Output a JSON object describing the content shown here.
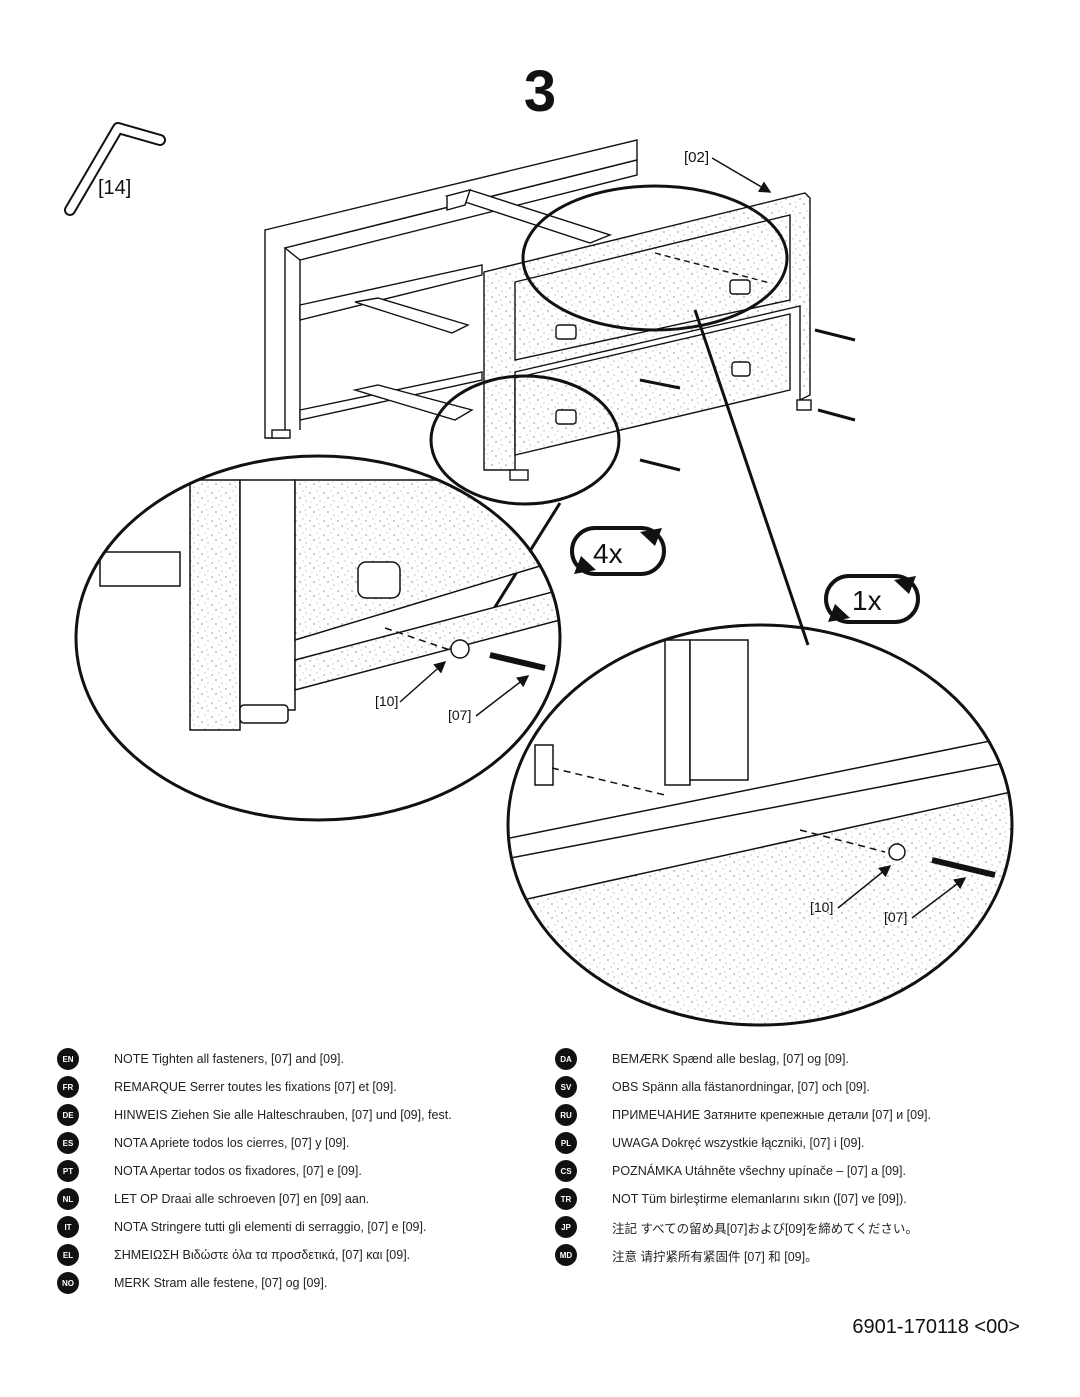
{
  "step": {
    "number": "3"
  },
  "tool": {
    "label": "[14]"
  },
  "parts": {
    "top_rail": "[02]",
    "washer": "[10]",
    "bolt": "[07]"
  },
  "rotations": {
    "left_count": "4x",
    "right_count": "1x"
  },
  "notes_left": [
    {
      "code": "EN",
      "text": "NOTE Tighten all fasteners, [07] and [09]."
    },
    {
      "code": "FR",
      "text": "REMARQUE  Serrer toutes les fixations [07] et [09]."
    },
    {
      "code": "DE",
      "text": "HINWEIS  Ziehen Sie alle Halteschrauben, [07] und [09], fest."
    },
    {
      "code": "ES",
      "text": "NOTA Apriete todos los cierres, [07] y [09]."
    },
    {
      "code": "PT",
      "text": "NOTA  Apertar todos os fixadores, [07] e [09]."
    },
    {
      "code": "NL",
      "text": "LET OP Draai alle schroeven [07] en [09] aan."
    },
    {
      "code": "IT",
      "text": "NOTA Stringere tutti gli elementi di serraggio, [07] e [09]."
    },
    {
      "code": "EL",
      "text": "ΣΗΜΕΙΩΣΗ Βιδώστε όλα τα προσδετικά, [07] και [09]."
    },
    {
      "code": "NO",
      "text": "MERK  Stram alle festene, [07] og [09]."
    }
  ],
  "notes_right": [
    {
      "code": "DA",
      "text": "BEMÆRK Spænd alle beslag, [07] og [09]."
    },
    {
      "code": "SV",
      "text": "OBS  Spänn alla fästanordningar, [07] och [09]."
    },
    {
      "code": "RU",
      "text": "ПРИМЕЧАНИЕ Затяните крепежные детали [07] и [09]."
    },
    {
      "code": "PL",
      "text": "UWAGA  Dokręć wszystkie łączniki, [07] i [09]."
    },
    {
      "code": "CS",
      "text": "POZNÁMKA  Utáhněte všechny upínače – [07] a [09]."
    },
    {
      "code": "TR",
      "text": "NOT  Tüm birleştirme elemanlarını sıkın ([07] ve [09])."
    },
    {
      "code": "JP",
      "text": "注記  すべての留め具[07]および[09]を締めてください。"
    },
    {
      "code": "MD",
      "text": "注意  请拧紧所有紧固件 [07] 和 [09]。"
    }
  ],
  "doc_code": "6901-170118 <00>"
}
